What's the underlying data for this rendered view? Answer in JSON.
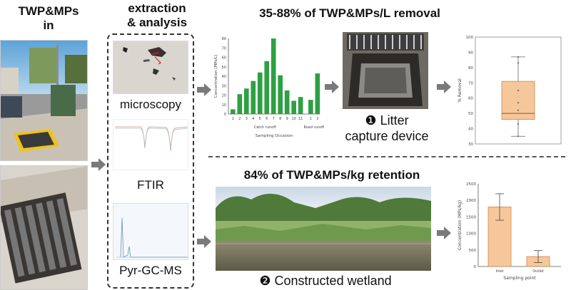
{
  "left": {
    "title_line1": "TWP&MPs",
    "title_line2": "in"
  },
  "middle": {
    "title_line1": "extraction",
    "title_line2": "& analysis",
    "microscopy_label": "microscopy",
    "ftir_label": "FTIR",
    "pyr_label": "Pyr-GC-MS"
  },
  "top": {
    "heading": "35-88% of TWP&MPs/L removal",
    "device_number": "❶",
    "device_line1": "Litter",
    "device_line2": "capture device"
  },
  "bottom": {
    "heading": "84% of TWP&MPs/kg retention",
    "wetland_number": "❷",
    "wetland_label": "Constructed wetland"
  },
  "chart_data": [
    {
      "type": "bar",
      "ylabel": "Concentration (MPs/L)",
      "xlabel": "Sampling Occasion",
      "group_labels": [
        "Catch runoff",
        "Road runoff"
      ],
      "categories": [
        "1",
        "2",
        "3",
        "4",
        "5",
        "6",
        "7",
        "8",
        "9",
        "10",
        "11",
        "1",
        "2"
      ],
      "values": [
        5,
        21,
        27,
        35,
        44,
        56,
        80,
        41,
        25,
        14,
        18,
        15,
        43
      ],
      "highlight_index": 6,
      "ylim": [
        0,
        80
      ],
      "yticks": [
        0,
        10,
        20,
        30,
        40,
        50,
        60,
        70,
        80
      ],
      "colors": {
        "bar": "#2ea043",
        "bar_alt": "#2ea043"
      }
    },
    {
      "type": "box",
      "ylabel": "% Removal",
      "ylim": [
        30,
        100
      ],
      "yticks": [
        30,
        40,
        50,
        60,
        70,
        80,
        90,
        100
      ],
      "whisker_low": 35,
      "q1": 46,
      "median": 50,
      "q3": 71,
      "whisker_high": 87,
      "points": [
        35,
        43,
        52,
        57,
        65,
        83,
        87
      ],
      "colors": {
        "box": "#f6c79b",
        "edge": "#c9874a"
      }
    },
    {
      "type": "bar",
      "ylabel": "Concentration (MPs/kg)",
      "xlabel": "Sampling point",
      "categories": [
        "Inlet",
        "Outlet"
      ],
      "values": [
        1800,
        300
      ],
      "errors": [
        400,
        180
      ],
      "ylim": [
        0,
        2500
      ],
      "yticks": [
        0,
        500,
        1000,
        1500,
        2000,
        2500
      ],
      "colors": {
        "bar": "#f6c79b",
        "edge": "#c9874a"
      }
    }
  ]
}
